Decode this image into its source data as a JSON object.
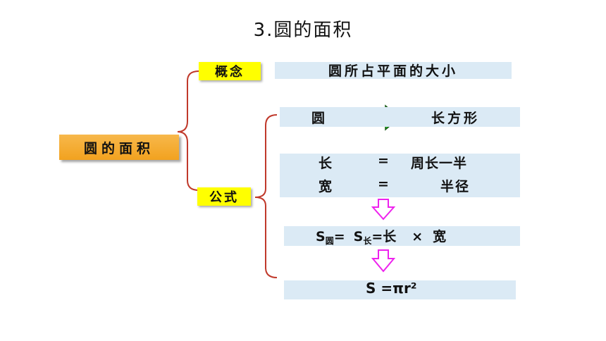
{
  "title": "3.圆的面积",
  "root": {
    "label": "圆的面积"
  },
  "branches": {
    "concept": {
      "label": "概念",
      "definition": "圆所占平面的大小"
    },
    "formula": {
      "label": "公式",
      "conversion": {
        "from": "圆",
        "to": "长方形"
      },
      "equivalences": [
        {
          "left": "长",
          "sign": "=",
          "right": "周长一半"
        },
        {
          "left": "宽",
          "sign": "=",
          "right": "半径"
        }
      ],
      "area_relation": {
        "s1": "S",
        "s1_sub": "圆",
        "eq1": "=",
        "s2": "S",
        "s2_sub": "长",
        "eq2": "=长",
        "times": "×",
        "last": "宽"
      },
      "final": {
        "text": "S =πr²"
      }
    }
  },
  "colors": {
    "root_fill": "#f2a21f",
    "tag_fill": "#ffff00",
    "band_fill": "#dbeaf5",
    "bracket": "#c0392b",
    "arrow_green": "#22cc22",
    "arrow_magenta": "#ee22ee"
  }
}
